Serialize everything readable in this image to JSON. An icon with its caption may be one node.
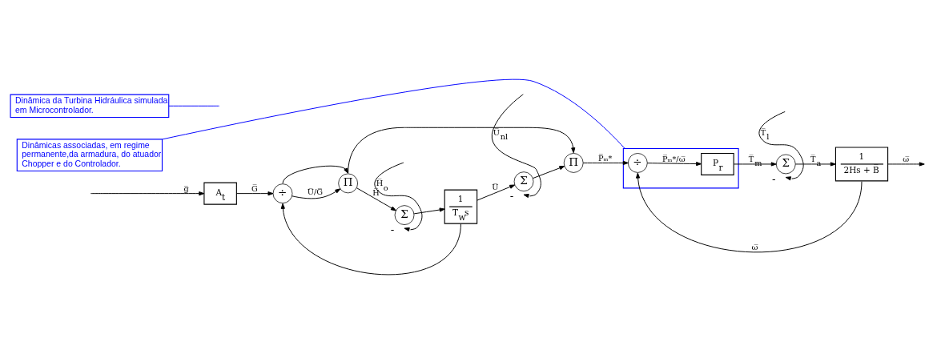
{
  "diagram": {
    "nodes": [
      {
        "text": [
          "A$_{t}$"
        ]
      },
      {
        "text": [
          "÷"
        ]
      },
      {
        "text": [
          "Π"
        ]
      },
      {
        "text": [
          "Σ"
        ],
        "beside": [
          "-"
        ]
      },
      {
        "text": [
          "1",
          "T$_{w}$s"
        ]
      },
      {
        "text": [
          "Σ"
        ],
        "beside": [
          "-"
        ]
      },
      {
        "text": [
          "Π"
        ]
      },
      {
        "text": [],
        "shape": "box"
      },
      {
        "text": [
          "÷"
        ],
        "in": 7
      },
      {
        "text": [
          "P$_{r}$"
        ],
        "in": 7
      },
      {
        "text": [
          "Σ"
        ],
        "beside": [
          "-"
        ]
      },
      {
        "text": [
          "1",
          "2Hs + B̅"
        ]
      },
      {
        "text": [
          "Dinâmica da Turbina Hidráulica simulada em Microcontrolador."
        ]
      },
      {
        "text": [
          "Dinâmicas associadas, em regime permanente,da armadura, do atuador Chopper e do Controlador."
        ]
      }
    ],
    "edges": [
      {
        "from": null,
        "to": 0,
        "arrow": "to",
        "label": "g̅"
      },
      {
        "from": 0,
        "to": 1,
        "arrow": "to",
        "label": "G̅"
      },
      {
        "from": 1,
        "to": 2,
        "arrow": "to",
        "label": "U̅/G̅"
      },
      {
        "from": 1,
        "to": 2,
        "arrow": "to"
      },
      {
        "from": 2,
        "to": 3,
        "arrow": "to",
        "label": "H̅"
      },
      {
        "from": 2,
        "to": 6,
        "arrow": "to"
      },
      {
        "from": null,
        "to": 3,
        "arrow": "to",
        "label": "H̅$_{o}$"
      },
      {
        "from": 3,
        "to": 4,
        "arrow": "to"
      },
      {
        "from": 4,
        "to": 5,
        "arrow": "to",
        "label": "U̅"
      },
      {
        "from": 4,
        "to": 1,
        "arrow": "to"
      },
      {
        "from": null,
        "to": 5,
        "arrow": "to",
        "label": "U̅$_{nl}$"
      },
      {
        "from": 5,
        "to": 6,
        "arrow": "to"
      },
      {
        "from": 6,
        "to": 8,
        "arrow": "to",
        "label": "P̅ₘ*"
      },
      {
        "from": 8,
        "to": 9,
        "arrow": "to",
        "label": "P̅ₘ*/ω̅"
      },
      {
        "from": 9,
        "to": 10,
        "arrow": "to",
        "label": "T̅$_{m}$"
      },
      {
        "from": null,
        "to": 10,
        "arrow": "to",
        "label": "T̅$_{l}$"
      },
      {
        "from": 10,
        "to": 11,
        "arrow": "to",
        "label": "T̅$_{a}$"
      },
      {
        "from": 11,
        "to": null,
        "arrow": "to",
        "label": "ω̅"
      },
      {
        "from": 11,
        "to": 8,
        "arrow": "to",
        "label": "ω̅"
      },
      {
        "from": 12,
        "to": null,
        "arrow": "none",
        "color": "#0000ff"
      },
      {
        "from": 13,
        "to": 7,
        "arrow": "none",
        "color": "#0000ff"
      }
    ]
  }
}
